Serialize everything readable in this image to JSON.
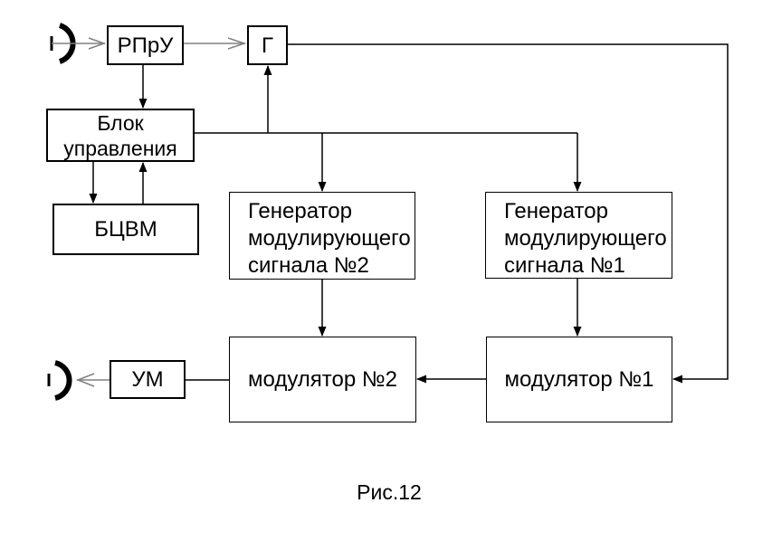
{
  "diagram": {
    "caption": "Рис.12",
    "blocks": {
      "rpru": {
        "label": "РПрУ"
      },
      "generator": {
        "label": "Г"
      },
      "control_unit": {
        "lines": [
          "Блок",
          "управления"
        ]
      },
      "bcvm": {
        "label": "БЦВМ"
      },
      "mod_signal_gen_2": {
        "lines": [
          "Генератор",
          "модулирующего",
          "сигнала №2"
        ]
      },
      "mod_signal_gen_1": {
        "lines": [
          "Генератор",
          "модулирующего",
          "сигнала №1"
        ]
      },
      "modulator_2": {
        "label": "модулятор №2"
      },
      "modulator_1": {
        "label": "модулятор №1"
      },
      "um": {
        "label": "УМ"
      }
    },
    "icons": {
      "receive_antenna": "antenna-icon",
      "transmit_antenna": "antenna-icon"
    },
    "colors": {
      "wire": "#000000",
      "rf_path": "#808080",
      "background": "#ffffff",
      "text": "#000000"
    }
  }
}
